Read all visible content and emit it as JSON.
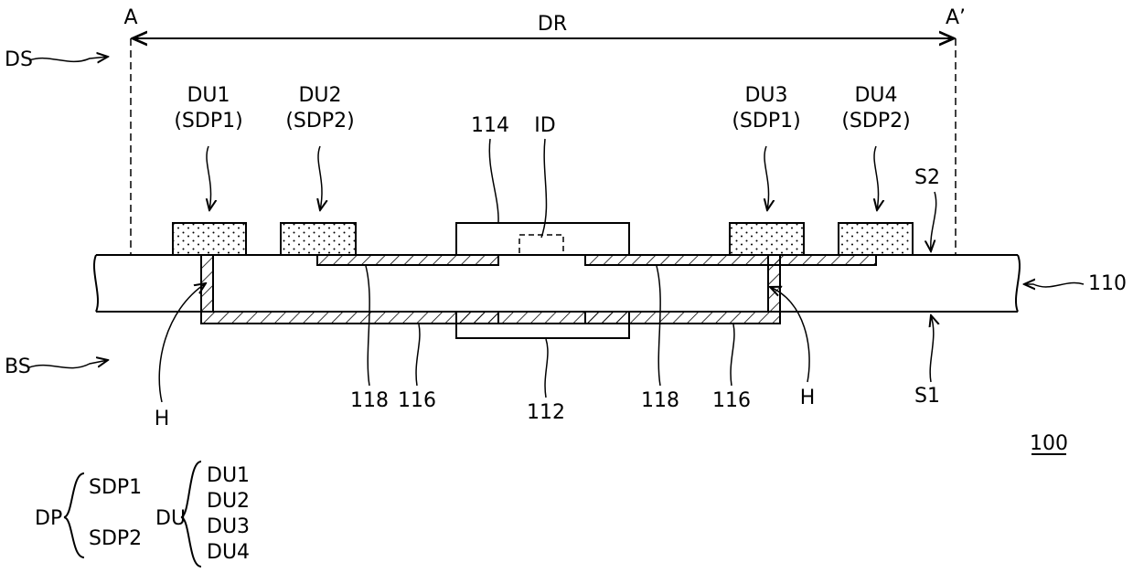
{
  "figure": {
    "section_start": "A",
    "section_end": "A’",
    "region": "DR",
    "side_top": "DS",
    "side_bottom": "BS",
    "device": "110",
    "figure_number": "100",
    "surface_top": "S2",
    "surface_bottom": "S1",
    "hole_left": "H",
    "hole_right": "H",
    "part_114": "114",
    "part_112": "112",
    "part_id": "ID",
    "part_118_left": "118",
    "part_116_left": "116",
    "part_118_right": "118",
    "part_116_right": "116",
    "units": [
      {
        "name": "DU1",
        "pattern": "(SDP1)"
      },
      {
        "name": "DU2",
        "pattern": "(SDP2)"
      },
      {
        "name": "DU3",
        "pattern": "(SDP1)"
      },
      {
        "name": "DU4",
        "pattern": "(SDP2)"
      }
    ]
  },
  "legend": {
    "dp_label": "DP",
    "dp_items": [
      "SDP1",
      "SDP2"
    ],
    "du_label": "DU",
    "du_items": [
      "DU1",
      "DU2",
      "DU3",
      "DU4"
    ]
  }
}
